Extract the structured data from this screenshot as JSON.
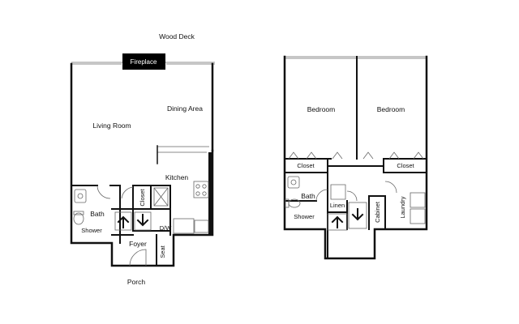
{
  "labels": {
    "wood_deck": "Wood Deck",
    "fireplace": "Fireplace",
    "dining_area": "Dining Area",
    "living_room": "Living Room",
    "kitchen": "Kitchen",
    "closet_main": "Closet",
    "bath_main": "Bath",
    "shower_main": "Shower",
    "dw": "D/W",
    "foyer": "Foyer",
    "seat": "Seat",
    "porch": "Porch",
    "bedroom_left": "Bedroom",
    "bedroom_right": "Bedroom",
    "closet_left": "Closet",
    "closet_right": "Closet",
    "bath_upper": "Bath",
    "shower_upper": "Shower",
    "linen": "Linen",
    "cabinet": "Cabinet",
    "laundry": "Laundry"
  },
  "colors": {
    "wall": "#111111",
    "fireplace_fill": "#000000",
    "fireplace_text": "#ffffff"
  }
}
